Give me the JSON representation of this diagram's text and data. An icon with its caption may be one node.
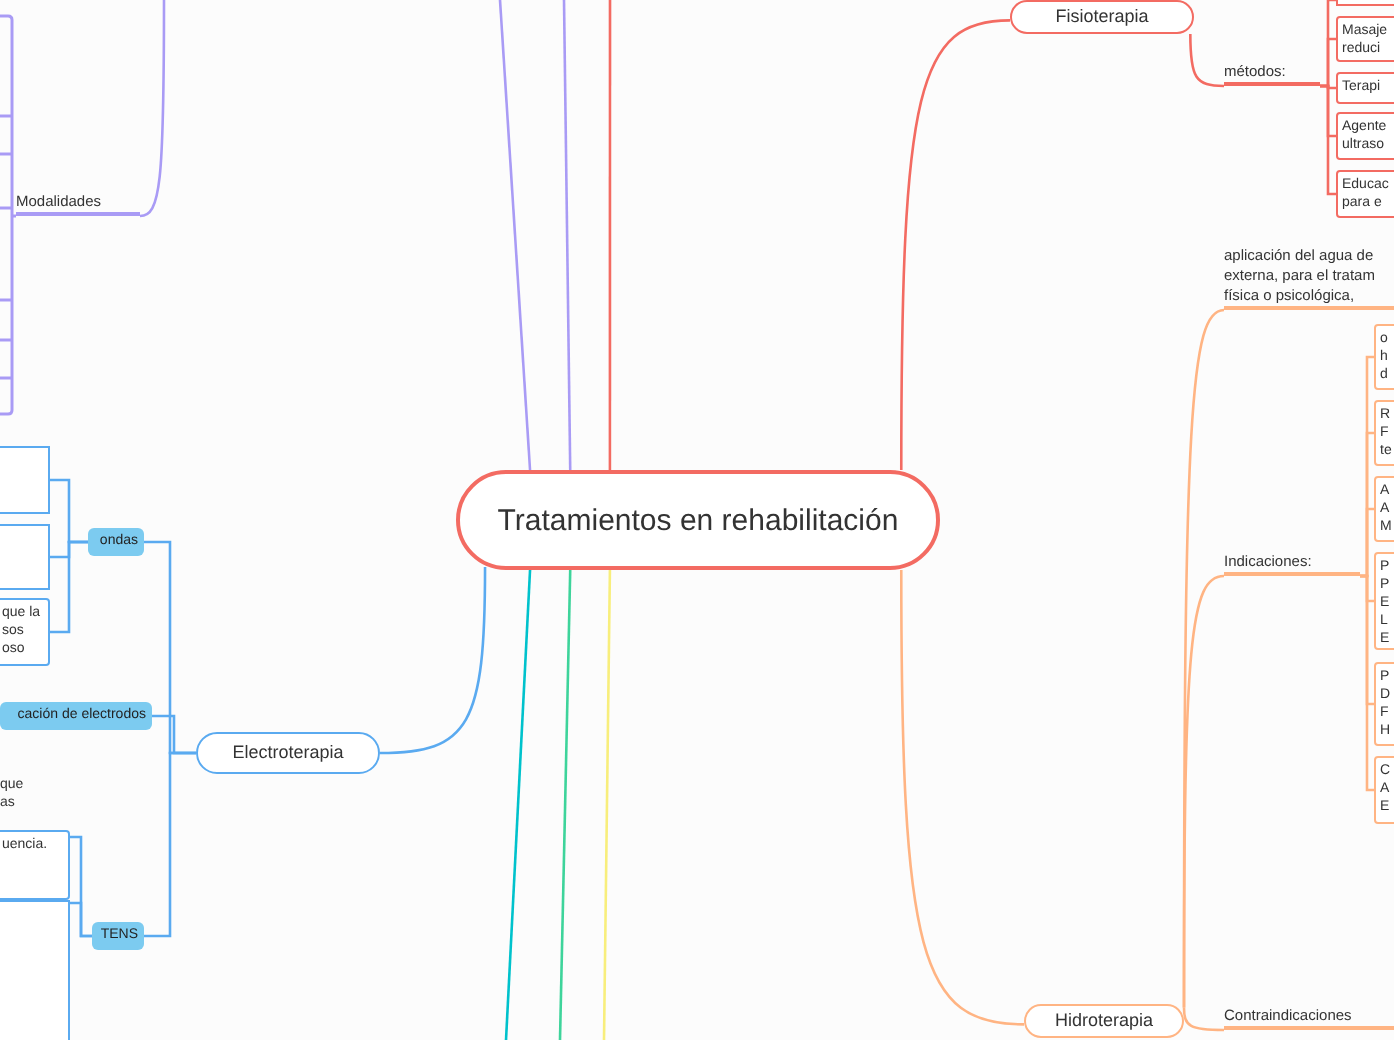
{
  "diagram": {
    "nodes": [
      {
        "text": [
          "Tratamientos en rehabilitación"
        ]
      },
      {
        "text": [
          "Fisioterapia"
        ]
      },
      {
        "text": [
          "métodos:"
        ]
      },
      {
        "text": [],
        "shape": "box"
      },
      {
        "text": [
          "Masaje reduci"
        ]
      },
      {
        "text": [
          "Terapi"
        ]
      },
      {
        "text": [
          "Agente ultraso"
        ]
      },
      {
        "text": [
          "Educac para e"
        ]
      },
      {
        "text": [
          "Hidroterapia"
        ]
      },
      {
        "text": [
          "aplicación del agua de externa, para el tratam física o psicológica,"
        ]
      },
      {
        "text": [
          "Indicaciones:"
        ]
      },
      {
        "text": [
          "o h d"
        ]
      },
      {
        "text": [
          "R F te"
        ]
      },
      {
        "text": [
          "A A M"
        ]
      },
      {
        "text": [
          "P P E L E"
        ]
      },
      {
        "text": [
          "P D F H"
        ]
      },
      {
        "text": [
          "C A E"
        ]
      },
      {
        "text": [
          "Contraindicaciones"
        ]
      },
      {
        "text": [
          "Electroterapia"
        ]
      },
      {
        "text": [
          "ondas"
        ]
      },
      {
        "text": [],
        "shape": "box"
      },
      {
        "text": [],
        "shape": "box"
      },
      {
        "text": [
          "que la sos oso"
        ]
      },
      {
        "text": [
          "cación de electrodos"
        ]
      },
      {
        "text": [
          "TENS"
        ]
      },
      {
        "text": [
          "uencia."
        ]
      },
      {
        "text": [],
        "shape": "box"
      },
      {
        "text": [
          "Modalidades"
        ]
      }
    ],
    "edges": [
      {
        "from": 0,
        "to": 1,
        "arrow": "none",
        "color": "#f36b62"
      },
      {
        "from": 1,
        "to": 2,
        "arrow": "none",
        "color": "#f36b62"
      },
      {
        "from": 2,
        "to": 3,
        "arrow": "none",
        "color": "#f36b62"
      },
      {
        "from": 2,
        "to": 4,
        "arrow": "none",
        "color": "#f36b62"
      },
      {
        "from": 2,
        "to": 5,
        "arrow": "none",
        "color": "#f36b62"
      },
      {
        "from": 2,
        "to": 6,
        "arrow": "none",
        "color": "#f36b62"
      },
      {
        "from": 2,
        "to": 7,
        "arrow": "none",
        "color": "#f36b62"
      },
      {
        "from": 0,
        "to": 8,
        "arrow": "none",
        "color": "#ffb483"
      },
      {
        "from": 8,
        "to": 9,
        "arrow": "none",
        "color": "#ffb483"
      },
      {
        "from": 8,
        "to": 10,
        "arrow": "none",
        "color": "#ffb483"
      },
      {
        "from": 8,
        "to": 17,
        "arrow": "none",
        "color": "#ffb483"
      },
      {
        "from": 10,
        "to": 11,
        "arrow": "none",
        "color": "#ffb483"
      },
      {
        "from": 10,
        "to": 12,
        "arrow": "none",
        "color": "#ffb483"
      },
      {
        "from": 10,
        "to": 13,
        "arrow": "none",
        "color": "#ffb483"
      },
      {
        "from": 10,
        "to": 14,
        "arrow": "none",
        "color": "#ffb483"
      },
      {
        "from": 10,
        "to": 15,
        "arrow": "none",
        "color": "#ffb483"
      },
      {
        "from": 10,
        "to": 16,
        "arrow": "none",
        "color": "#ffb483"
      },
      {
        "from": 0,
        "to": 18,
        "arrow": "none",
        "color": "#5aaaf0"
      },
      {
        "from": 18,
        "to": 19,
        "arrow": "none",
        "color": "#5aaaf0"
      },
      {
        "from": 18,
        "to": 23,
        "arrow": "none",
        "color": "#5aaaf0"
      },
      {
        "from": 18,
        "to": 24,
        "arrow": "none",
        "color": "#5aaaf0"
      },
      {
        "from": 19,
        "to": 20,
        "arrow": "none",
        "color": "#5aaaf0"
      },
      {
        "from": 19,
        "to": 21,
        "arrow": "none",
        "color": "#5aaaf0"
      },
      {
        "from": 19,
        "to": 22,
        "arrow": "none",
        "color": "#5aaaf0"
      },
      {
        "from": 24,
        "to": 25,
        "arrow": "none",
        "color": "#5aaaf0"
      },
      {
        "from": 24,
        "to": 26,
        "arrow": "none",
        "color": "#5aaaf0"
      },
      {
        "from": null,
        "to": 27,
        "arrow": "none",
        "color": "#a99bf5"
      },
      {
        "from": 0,
        "to": null,
        "arrow": "none",
        "color": "#a99bf5"
      },
      {
        "from": 0,
        "to": null,
        "arrow": "none",
        "color": "#a99bf5"
      },
      {
        "from": 0,
        "to": null,
        "arrow": "none",
        "color": "#f36b62"
      },
      {
        "from": 0,
        "to": null,
        "arrow": "none",
        "color": "#00c2cc"
      },
      {
        "from": 0,
        "to": null,
        "arrow": "none",
        "color": "#3ed49b"
      },
      {
        "from": 0,
        "to": null,
        "arrow": "none",
        "color": "#f8ee7c"
      }
    ],
    "labels": [
      "que as"
    ]
  }
}
